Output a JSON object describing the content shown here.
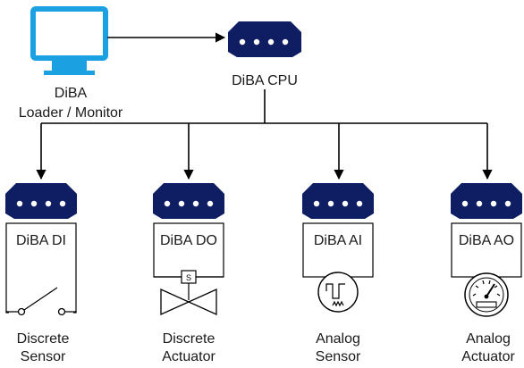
{
  "monitor": {
    "label_line1": "DiBA",
    "label_line2": "Loader / Monitor",
    "icon": "monitor-icon",
    "color": "#1ba1e2"
  },
  "cpu": {
    "label": "DiBA CPU",
    "icon": "processor-unit-icon"
  },
  "modules": [
    {
      "label": "DiBA DI",
      "caption_line1": "Discrete",
      "caption_line2": "Sensor",
      "symbol": "switch-icon"
    },
    {
      "label": "DiBA DO",
      "caption_line1": "Discrete",
      "caption_line2": "Actuator",
      "symbol": "valve-icon"
    },
    {
      "label": "DiBA AI",
      "caption_line1": "Analog",
      "caption_line2": "Sensor",
      "symbol": "sensor-gauge-icon"
    },
    {
      "label": "DiBA AO",
      "caption_line1": "Analog",
      "caption_line2": "Actuator",
      "symbol": "dial-gauge-icon"
    }
  ],
  "colors": {
    "module_body": "#0f1e63",
    "module_frame": "#000000",
    "line": "#000000"
  }
}
